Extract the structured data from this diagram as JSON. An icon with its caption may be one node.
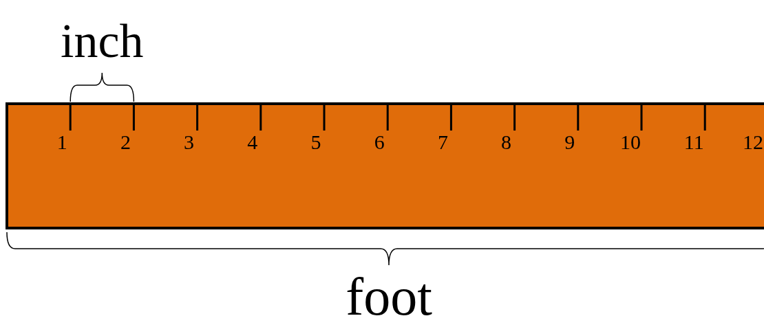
{
  "diagram": {
    "labels": [
      "inch",
      "1",
      "2",
      "3",
      "4",
      "5",
      "6",
      "7",
      "8",
      "9",
      "10",
      "11",
      "12",
      "foot"
    ]
  }
}
